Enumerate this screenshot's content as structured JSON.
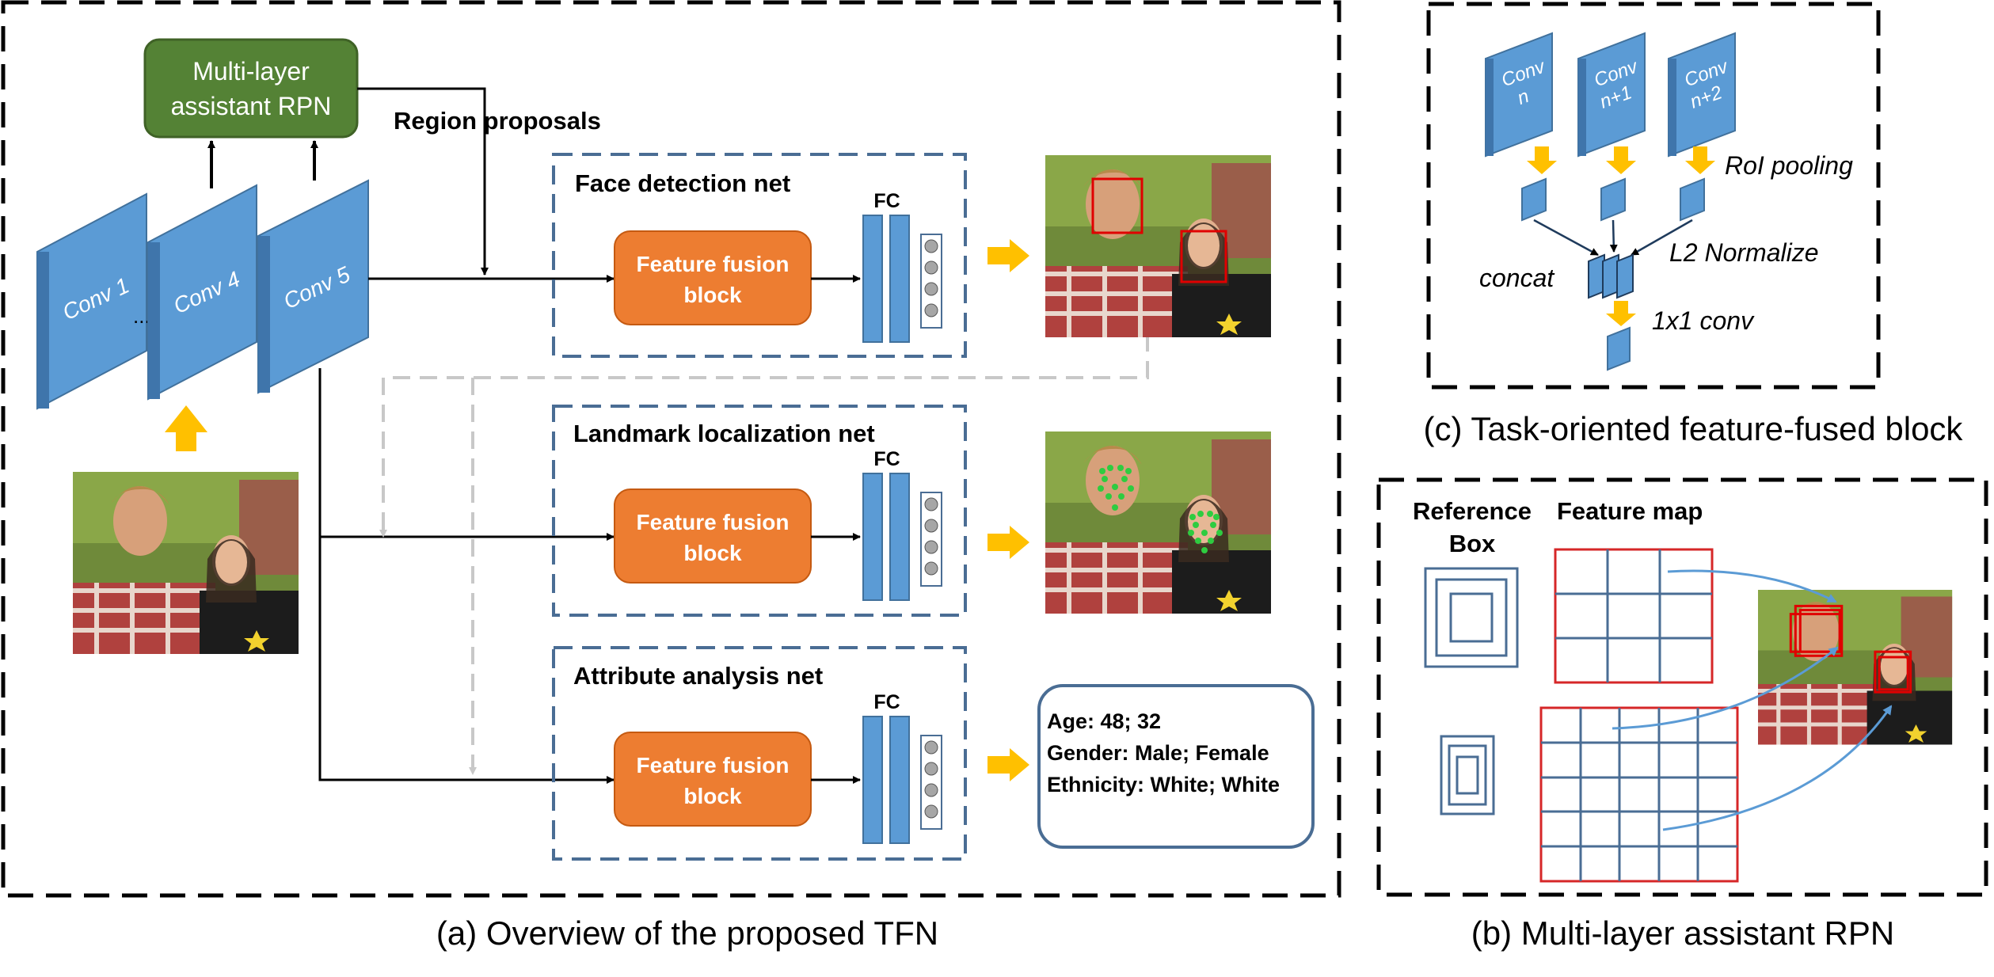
{
  "panel_a": {
    "caption": "(a) Overview of the proposed TFN",
    "rpn_box_line1": "Multi-layer",
    "rpn_box_line2": "assistant RPN",
    "region_proposals": "Region  proposals",
    "conv_layers": [
      "Conv 1",
      "Conv 4",
      "Conv 5"
    ],
    "ellipsis": "...",
    "branches": [
      {
        "title": "Face detection net",
        "fusion_line1": "Feature fusion",
        "fusion_line2": "block",
        "fc": "FC"
      },
      {
        "title": "Landmark localization net",
        "fusion_line1": "Feature fusion",
        "fusion_line2": "block",
        "fc": "FC"
      },
      {
        "title": "Attribute analysis net",
        "fusion_line1": "Feature fusion",
        "fusion_line2": "block",
        "fc": "FC"
      }
    ],
    "attributes": [
      "Age: 48; 32",
      "Gender: Male; Female",
      "Ethnicity: White; White"
    ]
  },
  "panel_b": {
    "caption": "(b) Multi-layer assistant RPN",
    "reference_line1": "Reference",
    "reference_line2": "Box",
    "feature_map": "Feature map"
  },
  "panel_c": {
    "caption": "(c) Task-oriented feature-fused block",
    "convs": [
      {
        "line1": "Conv",
        "line2": "n"
      },
      {
        "line1": "Conv",
        "line2": "n+1"
      },
      {
        "line1": "Conv",
        "line2": "n+2"
      }
    ],
    "roi_pooling": "RoI pooling",
    "concat": "concat",
    "l2_normalize": "L2 Normalize",
    "conv1x1": "1x1 conv"
  },
  "colors": {
    "conv_blue": "#5b9bd5",
    "orange": "#ed7d31",
    "green": "#548235",
    "dash_blue": "#4a6d94",
    "red": "#e00000",
    "arrow_yellow": "#ffc000"
  }
}
